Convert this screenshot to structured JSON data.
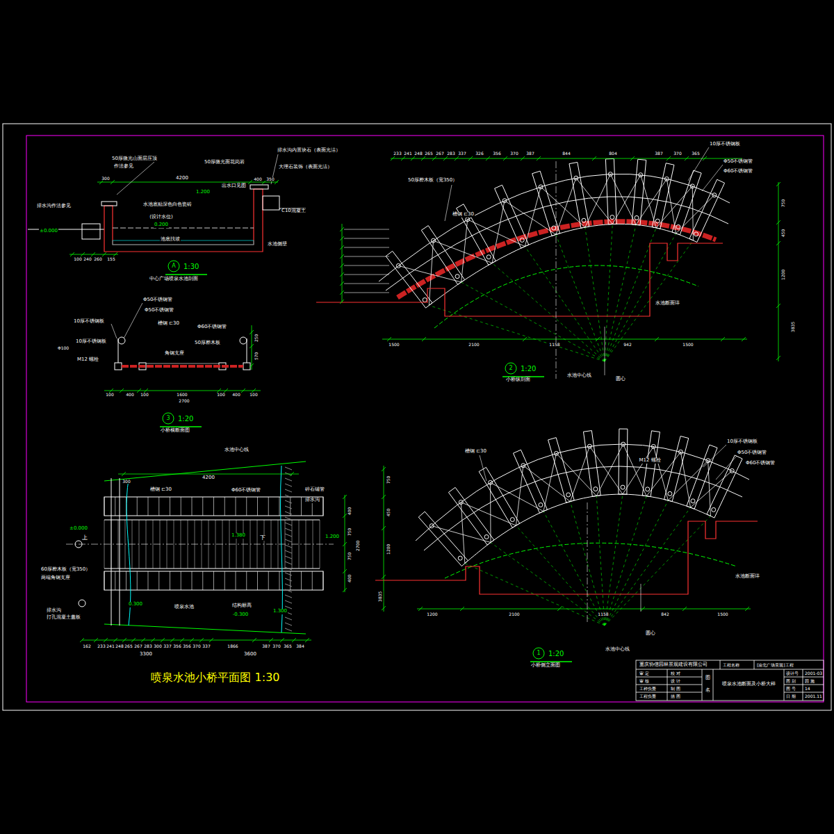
{
  "diagram": {
    "labels": [
      "50厚微光山面层压顶",
      "作法参见",
      "300",
      "4200",
      "50厚微光面花岗岩",
      "出水口见图",
      "400",
      "350",
      "排水沟内置块石（表面光洁）",
      "大理石装饰（表面光洁）",
      "C10混凝土",
      "1.200",
      "排水沟作法参见",
      "±0.000",
      "水池底贴深色白色瓷砖",
      "(设计水位)",
      "0.200",
      "池底找坡",
      "水池侧壁",
      "100",
      "240",
      "260",
      "155",
      "A",
      "1:30",
      "中心广场喷泉水池剖面",
      "Φ50不锈钢管",
      "Φ50不锈钢管",
      "10厚不锈钢板",
      "槽钢 ⊏30",
      "Φ60不锈钢管",
      "50厚桦木板",
      "角钢支座",
      "Φ100",
      "10厚不锈钢板",
      "M12 螺栓",
      "100",
      "400",
      "100",
      "1600",
      "100",
      "400",
      "100",
      "2700",
      "250",
      "570",
      "3",
      "1:20",
      "小桥横断面图",
      "水池中心线",
      "4200",
      "300",
      "槽钢 ⊏30",
      "Φ60不锈钢管",
      "碎石铺管",
      "排水沟",
      "±0.000",
      "上",
      "1.380",
      "下",
      "1.200",
      "60厚桦木板（宽350）",
      "两端角钢支座",
      "排水沟",
      "打孔混凝土盖板",
      "0.300",
      "喷泉水池",
      "结构标高",
      "-0.300",
      "1.300",
      "162",
      "233",
      "241",
      "248",
      "265",
      "267",
      "283",
      "300",
      "337",
      "356",
      "356",
      "370",
      "337",
      "1866",
      "387",
      "370",
      "365",
      "384",
      "3300",
      "3600",
      "400",
      "750",
      "750",
      "400",
      "2700",
      "喷泉水池小桥平面图 1:30",
      "233",
      "241",
      "248",
      "265",
      "267",
      "283",
      "337",
      "326",
      "356",
      "370",
      "387",
      "844",
      "804",
      "387",
      "370",
      "365",
      "10厚不锈钢板",
      "Φ50不锈钢管",
      "Φ60不锈钢管",
      "50厚桦木板（宽350）",
      "槽钢 ⊏30",
      "水池断面详",
      "1500",
      "2100",
      "1158",
      "942",
      "1500",
      "2",
      "1:20",
      "小桥纵剖面",
      "水池中心线",
      "圆心",
      "750",
      "450",
      "1200",
      "3835",
      "M12 螺栓",
      "10厚不锈钢板",
      "Φ50不锈钢管",
      "Φ60不锈钢管",
      "槽钢 ⊏30",
      "水池断面详",
      "1200",
      "2100",
      "1158",
      "842",
      "1500",
      "1",
      "1:20",
      "小桥侧立面图",
      "水池中心线",
      "圆心",
      "750",
      "450",
      "1200",
      "3835",
      "重庆协信园林景观建设有限公司",
      "工程名称",
      "[渝北广场景观]工程",
      "审 定",
      "审 核",
      "工种负责",
      "工程负责",
      "校 对",
      "设 计",
      "制 图",
      "描 图",
      "图",
      "名",
      "喷泉水池断面及小桥大样",
      "设计号",
      "2001-03",
      "图 别",
      "园 施",
      "图 号",
      "14",
      "日 期",
      "2001.11"
    ]
  }
}
